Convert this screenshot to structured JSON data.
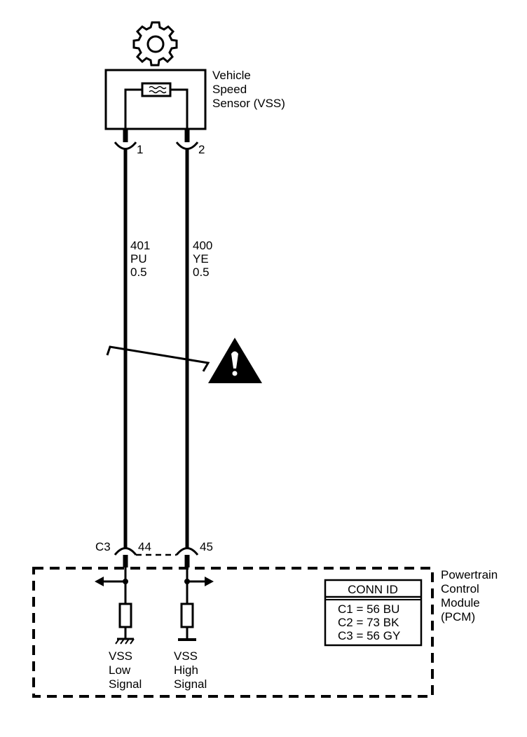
{
  "sensor": {
    "label_line1": "Vehicle",
    "label_line2": "Speed",
    "label_line3": "Sensor (VSS)",
    "pin1": "1",
    "pin2": "2"
  },
  "wires": [
    {
      "circuit": "401",
      "color": "PU",
      "size": "0.5"
    },
    {
      "circuit": "400",
      "color": "YE",
      "size": "0.5"
    }
  ],
  "pcm": {
    "connector": "C3",
    "pin_low": "44",
    "pin_high": "45",
    "label_line1": "Powertrain",
    "label_line2": "Control",
    "label_line3": "Module",
    "label_line4": "(PCM)",
    "low_line1": "VSS",
    "low_line2": "Low",
    "low_line3": "Signal",
    "high_line1": "VSS",
    "high_line2": "High",
    "high_line3": "Signal"
  },
  "conn_table": {
    "header": "CONN ID",
    "rows": [
      "C1 = 56 BU",
      "C2 = 73 BK",
      "C3 = 56 GY"
    ]
  },
  "icons": {
    "gear": "gear-icon",
    "warning": "caution-triangle-icon"
  }
}
